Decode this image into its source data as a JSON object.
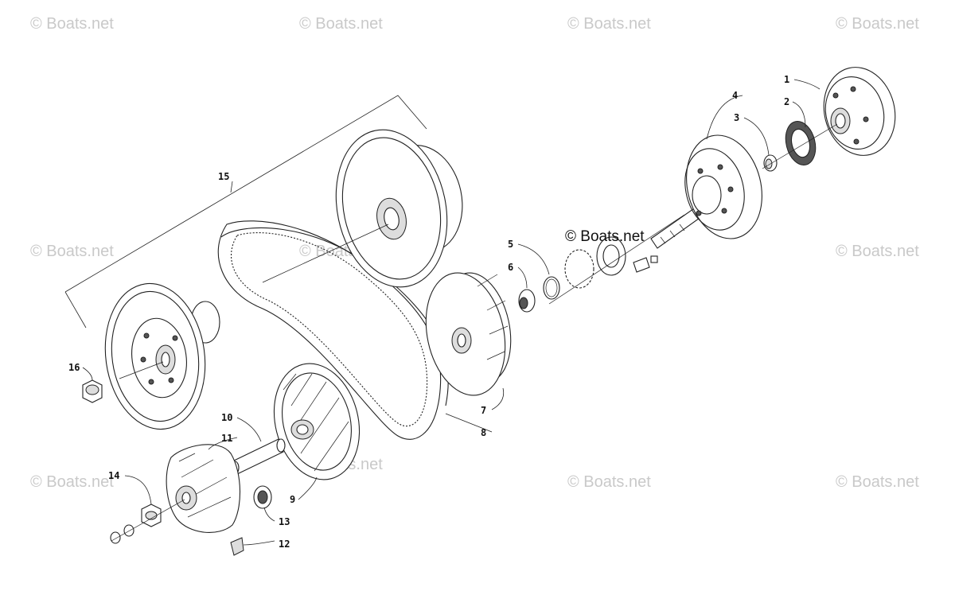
{
  "watermark": "© Boats.net",
  "callouts": [
    "1",
    "2",
    "3",
    "4",
    "5",
    "6",
    "7",
    "8",
    "9",
    "10",
    "11",
    "12",
    "13",
    "14",
    "15",
    "16"
  ]
}
